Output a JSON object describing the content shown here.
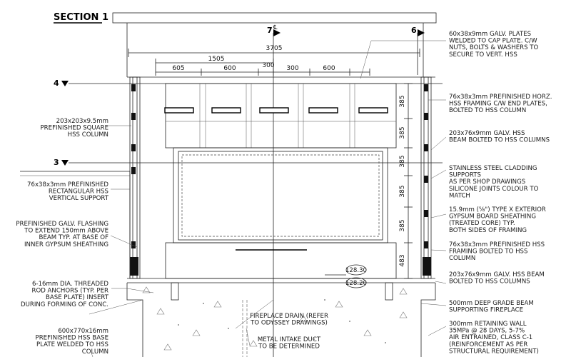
{
  "title": "SECTION 1",
  "gridlines": {
    "left": "7",
    "left_sub": "℄",
    "right": "6"
  },
  "levels": {
    "upper": "4",
    "middle": "3"
  },
  "dimensions": {
    "overall": "3705",
    "half": "1505",
    "top_segments": [
      "605",
      "600",
      "300",
      "300",
      "600"
    ],
    "vertical": [
      "385",
      "385",
      "385",
      "385",
      "385",
      "483"
    ]
  },
  "elevations": {
    "upper": "128.30",
    "lower": "128.20"
  },
  "notes_right": [
    {
      "id": "galv-plates",
      "lines": [
        "60x38x9mm GALV. PLATES",
        "WELDED TO CAP PLATE. C/W",
        "NUTS, BOLTS & WASHERS TO",
        "SECURE TO VERT. HSS"
      ]
    },
    {
      "id": "horz-framing",
      "lines": [
        "76x38x3mm PREFINISHED HORZ.",
        "HSS FRAMING C/W END PLATES,",
        "BOLTED TO HSS COLUMN"
      ]
    },
    {
      "id": "galv-beam-upper",
      "lines": [
        "203x76x9mm GALV. HSS",
        "BEAM BOLTED TO HSS COLUMNS"
      ]
    },
    {
      "id": "cladding",
      "lines": [
        "STAINLESS STEEL CLADDING",
        "SUPPORTS",
        "AS PER SHOP DRAWINGS",
        "SILICONE JOINTS COLOUR TO",
        "MATCH"
      ]
    },
    {
      "id": "gypsum",
      "lines": [
        "15.9mm (⅝\") TYPE X EXTERIOR",
        "GYPSUM BOARD SHEATHING",
        "(TREATED CORE) TYP.",
        "BOTH SIDES OF FRAMING"
      ]
    },
    {
      "id": "framing-bolted",
      "lines": [
        "76x38x3mm PREFINISHED HSS",
        "FRAMING BOLTED TO HSS",
        "COLUMN"
      ]
    },
    {
      "id": "galv-beam-lower",
      "lines": [
        "203x76x9mm GALV. HSS BEAM",
        "BOLTED TO HSS COLUMNS"
      ]
    },
    {
      "id": "grade-beam",
      "lines": [
        "500mm DEEP GRADE BEAM",
        "SUPPORTING FIREPLACE"
      ]
    },
    {
      "id": "retaining-wall",
      "lines": [
        "300mm RETAINING WALL",
        "35MPa @ 28 DAYS, 5-7%",
        "AIR ENTRAINED, CLASS C-1",
        "(REINFORCEMENT AS PER",
        "STRUCTURAL REQUIREMENT)"
      ]
    }
  ],
  "notes_left": [
    {
      "id": "hss-column",
      "lines": [
        "203x203x9.5mm",
        "PREFINISHED SQUARE",
        "HSS COLUMN"
      ]
    },
    {
      "id": "vertical-support",
      "lines": [
        "76x38x3mm PREFINISHED",
        "RECTANGULAR HSS",
        "VERTICAL SUPPORT"
      ]
    },
    {
      "id": "flashing",
      "lines": [
        "PREFINISHED GALV. FLASHING",
        "TO EXTEND 150mm ABOVE",
        "BEAM TYP. AT BASE OF",
        "INNER GYPSUM SHEATHING"
      ]
    },
    {
      "id": "rod-anchors",
      "lines": [
        "6-16mm DIA. THREADED",
        "ROD ANCHORS (TYP. PER",
        "BASE PLATE) INSERT",
        "DURING FORMING OF CONC."
      ]
    },
    {
      "id": "base-plate",
      "lines": [
        "600x770x16mm",
        "PREFINISHED HSS BASE",
        "PLATE WELDED TO HSS",
        "COLUMN"
      ]
    }
  ],
  "notes_center": [
    {
      "id": "fireplace-drain",
      "lines": [
        "FIREPLACE DRAIN (REFER",
        "TO ODYSSEY DRAWINGS)"
      ]
    },
    {
      "id": "metal-intake",
      "lines": [
        "METAL INTAKE DUCT",
        "TO BE DETERMINED"
      ]
    }
  ]
}
